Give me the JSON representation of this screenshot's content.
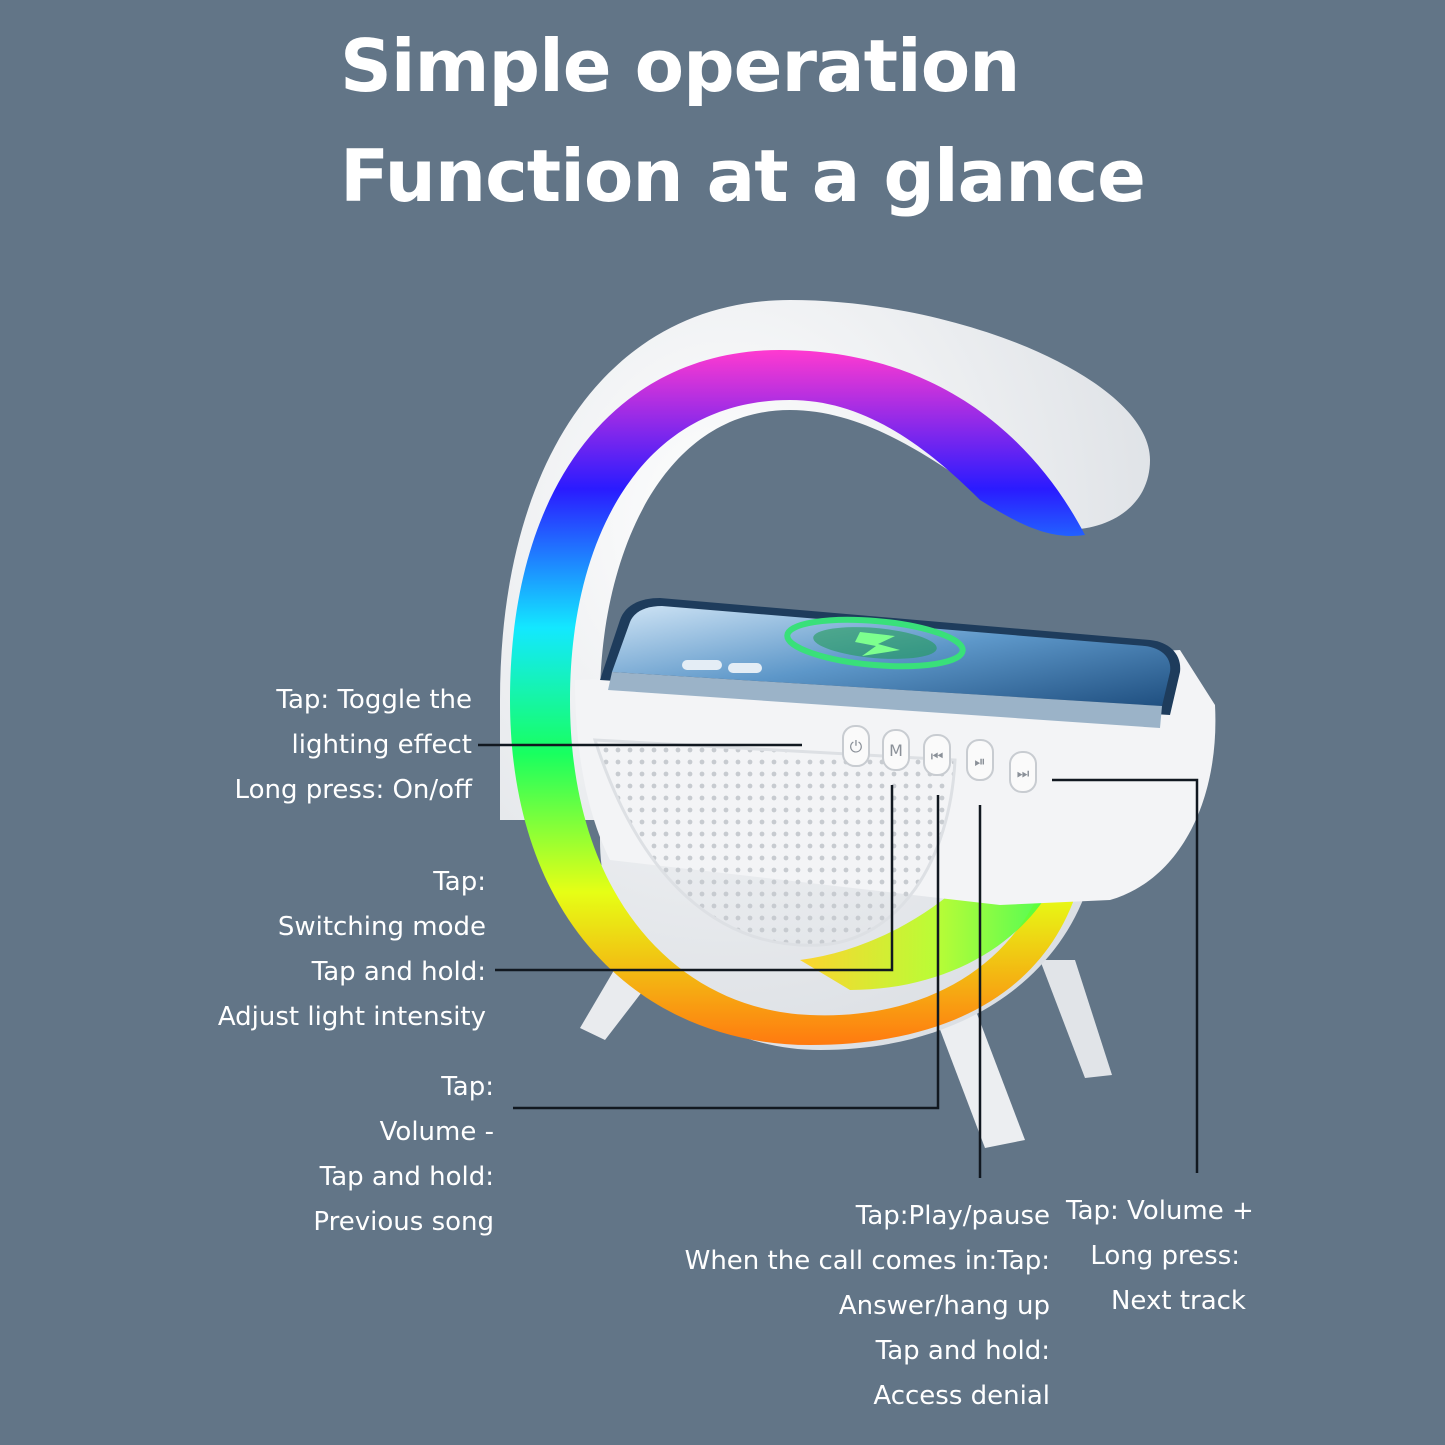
{
  "title": {
    "line1": "Simple operation",
    "line2": "Function at a glance"
  },
  "callouts": [
    {
      "id": "power",
      "lines": [
        "Tap: Toggle the",
        "lighting effect",
        "Long press: On/off"
      ]
    },
    {
      "id": "mode",
      "lines": [
        "Tap:",
        "Switching mode",
        "Tap and hold:",
        "Adjust light intensity"
      ]
    },
    {
      "id": "prev",
      "lines": [
        "Tap:",
        "Volume -",
        "Tap and hold:",
        "Previous song"
      ]
    },
    {
      "id": "play",
      "lines": [
        "Tap:Play/pause",
        "When the call comes in:Tap:",
        "Answer/hang up",
        "Tap and hold:",
        "Access denial"
      ]
    },
    {
      "id": "next",
      "lines": [
        "Tap: Volume +",
        "Long press:",
        "Next track"
      ]
    }
  ],
  "product": {
    "button_glyphs": [
      "⏻",
      "M",
      "⏮",
      "⏯",
      "⏭"
    ],
    "charge_icon": "lightning-icon",
    "colors": {
      "background": "#627587",
      "body": "#f2f3f5",
      "phone": "#2d6fa8",
      "charge_ring": "#39e07a"
    }
  }
}
